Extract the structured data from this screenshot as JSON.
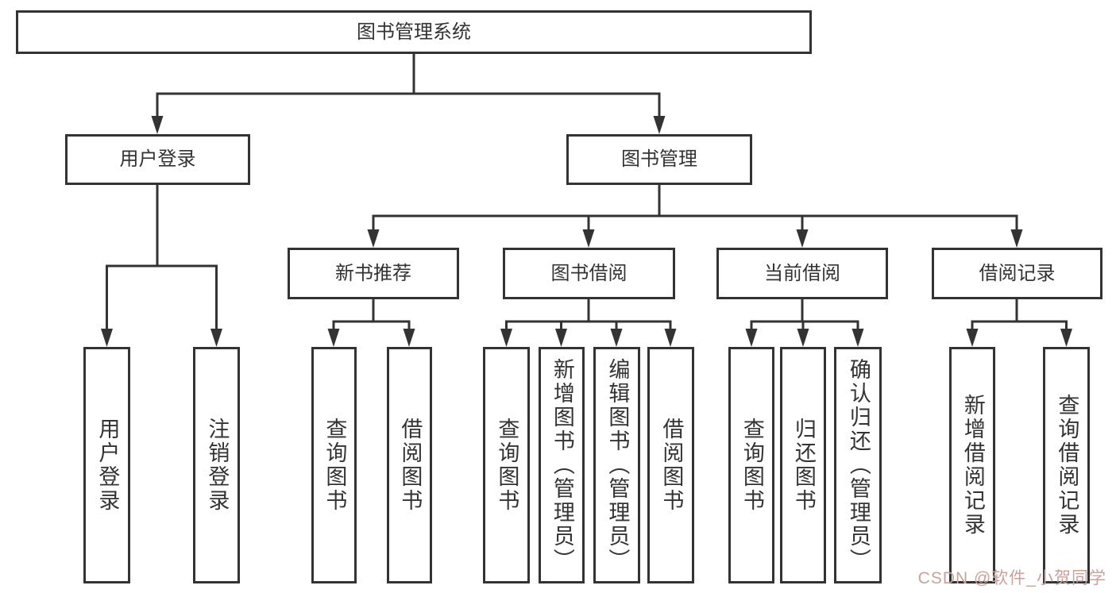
{
  "diagram": {
    "title": "图书管理系统",
    "root": {
      "label": "图书管理系统"
    },
    "branches": [
      {
        "label": "用户登录",
        "children": [
          {
            "label": "用户登录"
          },
          {
            "label": "注销登录"
          }
        ]
      },
      {
        "label": "图书管理",
        "children": [
          {
            "label": "新书推荐",
            "children": [
              {
                "label": "查询图书"
              },
              {
                "label": "借阅图书"
              }
            ]
          },
          {
            "label": "图书借阅",
            "children": [
              {
                "label": "查询图书"
              },
              {
                "label": "新增图书（管理员）"
              },
              {
                "label": "编辑图书（管理员）"
              },
              {
                "label": "借阅图书"
              }
            ]
          },
          {
            "label": "当前借阅",
            "children": [
              {
                "label": "查询图书"
              },
              {
                "label": "归还图书"
              },
              {
                "label": "确认归还（管理员）"
              }
            ]
          },
          {
            "label": "借阅记录",
            "children": [
              {
                "label": "新增借阅记录"
              },
              {
                "label": "查询借阅记录"
              }
            ]
          }
        ]
      }
    ]
  },
  "colors": {
    "line": "#333333",
    "text": "#333333",
    "background": "#ffffff",
    "watermark": "#c9a19a"
  },
  "watermark": {
    "text": "CSDN @软件_小贺同学"
  }
}
